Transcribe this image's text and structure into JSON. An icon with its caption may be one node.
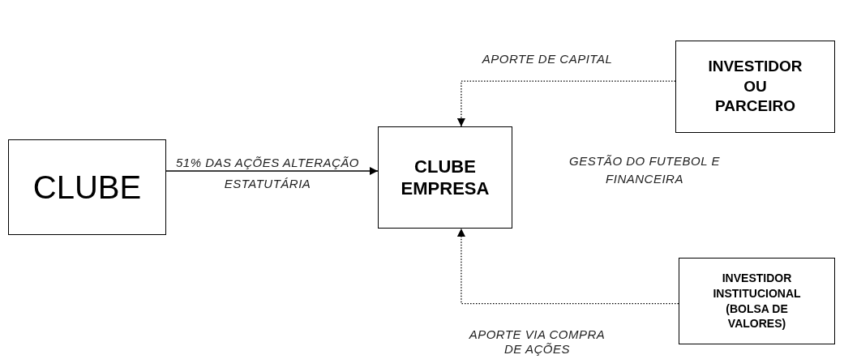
{
  "diagram": {
    "nodes": [
      {
        "text": [
          "CLUBE"
        ]
      },
      {
        "text": [
          "CLUBE EMPRESA"
        ]
      },
      {
        "text": [
          "INVESTIDOR OU PARCEIRO"
        ]
      },
      {
        "text": [
          "INVESTIDOR INSTITUCIONAL (BOLSA DE VALORES)"
        ]
      }
    ],
    "edges": [
      {
        "from": 0,
        "to": 1,
        "arrow": "to",
        "label": "51% DAS AÇÕES ALTERAÇÃO ESTATUTÁRIA"
      },
      {
        "from": 2,
        "to": 1,
        "arrow": "to",
        "style": "dashed",
        "label": "APORTE DE CAPITAL"
      },
      {
        "from": 3,
        "to": 1,
        "arrow": "to",
        "style": "dashed",
        "label": "APORTE VIA COMPRA DE AÇÕES"
      }
    ],
    "labels": [
      "GESTÃO DO FUTEBOL E FINANCEIRA"
    ]
  }
}
